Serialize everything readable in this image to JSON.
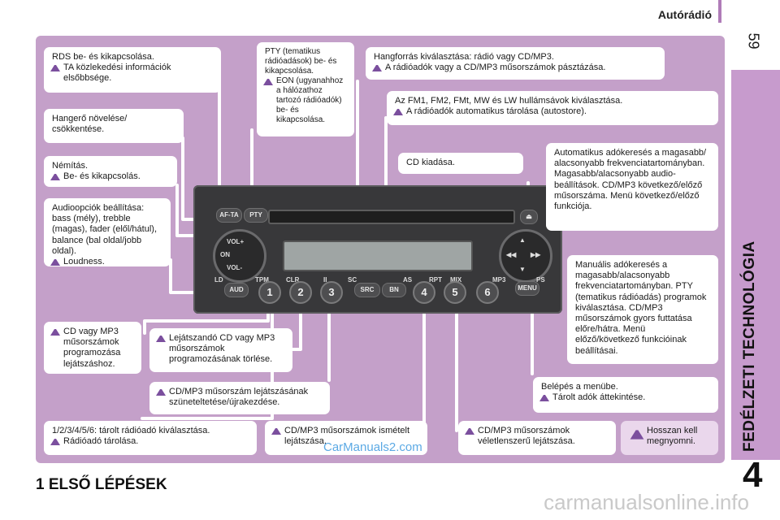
{
  "header": {
    "title": "Autórádió",
    "page_number": "59"
  },
  "sidebar": {
    "label": "FEDÉLZETI TECHNOLÓGIA",
    "chapter": "4"
  },
  "footer": {
    "section_title": "1 ELSŐ LÉPÉSEK",
    "watermark_center": "CarManuals2.com",
    "watermark_corner": "carmanualsonline.info"
  },
  "callouts": {
    "rds": {
      "line1": "RDS be- és kikapcsolása.",
      "line2": "TA közlekedési információk elsőbbsége."
    },
    "volume": {
      "line1": "Hangerő növelése/",
      "line2": "csökkentése."
    },
    "mute": {
      "line1": "Némítás.",
      "line2": "Be- és kikapcsolás."
    },
    "audio": {
      "line1": "Audioopciók beállítása: bass (mély), trebble (magas), fader (elől/hátul), balance (bal oldal/jobb oldal).",
      "line2": "Loudness."
    },
    "pty": {
      "line1": "PTY (tematikus rádióadások) be- és kikapcsolása.",
      "line2": "EON (ugyanahhoz a hálózathoz tartozó rádióadók) be- és kikapcsolása."
    },
    "source": {
      "line1": "Hangforrás kiválasztása: rádió vagy CD/MP3.",
      "line2": "A rádióadók vagy a CD/MP3 műsorszámok pásztázása."
    },
    "bands": {
      "line1": "Az FM1, FM2, FMt, MW és LW hullámsávok kiválasztása.",
      "line2": "A rádióadók automatikus tárolása (autostore)."
    },
    "eject": {
      "line1": "CD kiadása."
    },
    "auto": {
      "line1": "Automatikus adókeresés a magasabb/ alacsonyabb frekvenciatartományban. Magasabb/alacsonyabb audio-beállítások. CD/MP3 következő/előző műsorszáma. Menü következő/előző funkciója."
    },
    "manual": {
      "line1": "Manuális adókeresés a magasabb/alacsonyabb frekvenciatartományban. PTY (tematikus rádióadás) programok kiválasztása. CD/MP3 műsorszámok gyors futtatása előre/hátra. Menü előző/következő funkcióinak beállításai."
    },
    "cdprog": {
      "line1": "CD vagy MP3 műsorszámok programozása lejátszáshoz."
    },
    "cdclear": {
      "line1": "Lejátszandó CD vagy MP3 műsorszámok programozásának törlése."
    },
    "pause": {
      "line1": "CD/MP3 műsorszám lejátszásának szüneteltetése/újrakezdése."
    },
    "menu": {
      "line1": "Belépés a menübe.",
      "line2": "Tárolt adók áttekintése."
    },
    "presets": {
      "line1": "1/2/3/4/5/6: tárolt rádióadó kiválasztása.",
      "line2": "Rádióadó tárolása."
    },
    "repeat": {
      "line1": "CD/MP3 műsorszámok ismételt lejátszása."
    },
    "random": {
      "line1": "CD/MP3 műsorszámok véletlenszerű lejátszása."
    },
    "legend": {
      "line1": "Hosszan kell megnyomni."
    }
  },
  "radio": {
    "buttons": {
      "afta": "AF-TA",
      "pty": "PTY",
      "aud": "AUD",
      "src": "SRC",
      "bn": "BN",
      "menu": "MENU",
      "vol_up": "VOL+",
      "vol_on": "ON",
      "vol_down": "VOL-"
    },
    "labels": {
      "ld": "LD",
      "tpm": "TPM",
      "clr": "CLR",
      "pause": "II",
      "sc": "SC",
      "as": "AS",
      "rpt": "RPT",
      "mix": "MIX",
      "mp3": "MP3",
      "ps": "PS"
    },
    "presets": [
      "1",
      "2",
      "3",
      "4",
      "5",
      "6"
    ]
  },
  "colors": {
    "panel": "#c4a0c9",
    "sidebar": "#c79bcd",
    "accent_bar": "#b07cb8",
    "radio_body": "#38383a",
    "wrench_icon": "#7b4f9e"
  }
}
